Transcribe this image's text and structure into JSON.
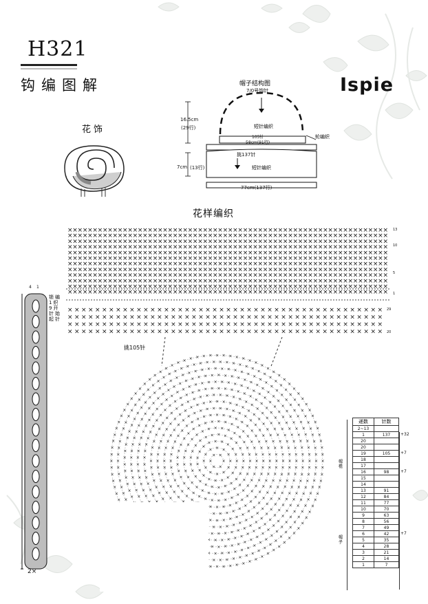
{
  "header": {
    "code": "H321",
    "title": "钩编图解",
    "brand": "Ispie"
  },
  "flower": {
    "title": "花饰"
  },
  "structure": {
    "title": "帽子结构图",
    "hook": "7/0号钩针",
    "crown_height": "16.5cm",
    "crown_rows": "(29行)",
    "crown_label": "短针编织",
    "edge_label": "轮编织",
    "band_label1": "105针",
    "band_label2": "58cm(91行)",
    "pickup": "挑137针",
    "brim_height": "7cm",
    "brim_rows": "(13行)",
    "brim_label": "短针编织",
    "bottom_label": "77cm(137行)"
  },
  "pattern": {
    "title": "花样编织",
    "row_markers": [
      "13",
      "10",
      "5",
      "1",
      "29",
      "20"
    ],
    "pickup_label": "挑105针"
  },
  "side_strip": {
    "numbers": [
      "4",
      "1"
    ],
    "notes": [
      "锁",
      "编",
      "1",
      "织",
      "9",
      "开",
      "针",
      "始",
      "起",
      "针"
    ],
    "bottom": "2×"
  },
  "table": {
    "headers": [
      "递数",
      "针数"
    ],
    "group_labels": [
      "帽檐",
      "帽子"
    ],
    "rows": [
      {
        "r": "2~13",
        "s": ""
      },
      {
        "r": "1",
        "s": "137",
        "note": "+32"
      },
      {
        "r": "20",
        "s": ""
      },
      {
        "r": "20",
        "s": ""
      },
      {
        "r": "19",
        "s": "105",
        "note": "+7"
      },
      {
        "r": "18",
        "s": ""
      },
      {
        "r": "17",
        "s": ""
      },
      {
        "r": "16",
        "s": "98",
        "note": "+7"
      },
      {
        "r": "15",
        "s": ""
      },
      {
        "r": "14",
        "s": ""
      },
      {
        "r": "13",
        "s": "91"
      },
      {
        "r": "12",
        "s": "84"
      },
      {
        "r": "11",
        "s": "77"
      },
      {
        "r": "10",
        "s": "70"
      },
      {
        "r": "9",
        "s": "63"
      },
      {
        "r": "8",
        "s": "56"
      },
      {
        "r": "7",
        "s": "49"
      },
      {
        "r": "6",
        "s": "42",
        "note": "+7"
      },
      {
        "r": "5",
        "s": "35"
      },
      {
        "r": "4",
        "s": "28"
      },
      {
        "r": "3",
        "s": "21"
      },
      {
        "r": "2",
        "s": "14"
      },
      {
        "r": "1",
        "s": "7"
      }
    ]
  }
}
